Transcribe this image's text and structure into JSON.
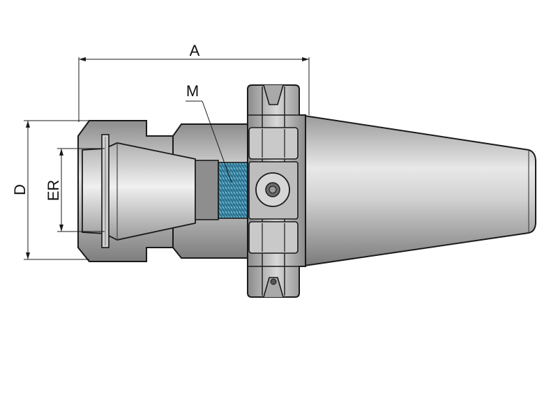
{
  "dimensions": {
    "overall_length_label": "A",
    "diameter_label": "D",
    "collet_label": "ER",
    "thread_label": "M"
  },
  "colors": {
    "outline": "#1a1a1a",
    "steel_light": "#e6e6e6",
    "steel_mid": "#b9b9b9",
    "steel_dark": "#6f6f6f",
    "thread": "#3b8fb0",
    "background": "#ffffff"
  }
}
